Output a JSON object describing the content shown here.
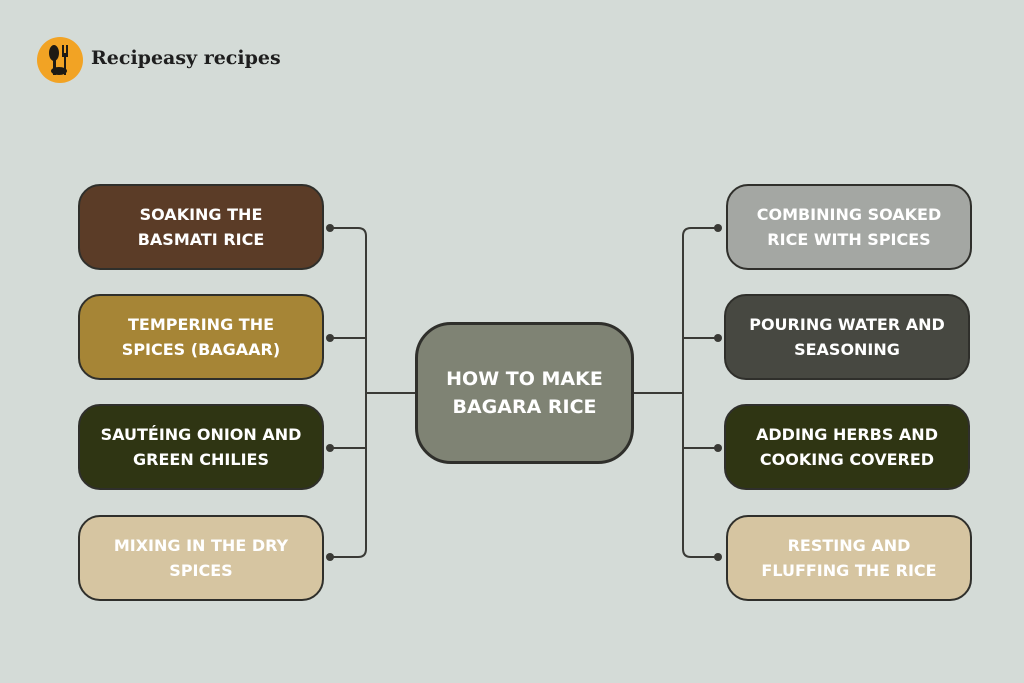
{
  "brand": {
    "name": "Recipeasy recipes"
  },
  "center": {
    "title": "HOW TO MAKE BAGARA RICE"
  },
  "left_steps": [
    {
      "label": "SOAKING THE BASMATI RICE",
      "color": "#5b3c27"
    },
    {
      "label": "TEMPERING THE SPICES (BAGAAR)",
      "color": "#a68536"
    },
    {
      "label": "SAUTÉING ONION AND GREEN CHILIES",
      "color": "#2f3513"
    },
    {
      "label": "MIXING IN THE DRY SPICES",
      "color": "#d6c5a1"
    }
  ],
  "right_steps": [
    {
      "label": "COMBINING SOAKED RICE WITH SPICES",
      "color": "#a4a7a3"
    },
    {
      "label": "POURING WATER AND SEASONING",
      "color": "#474841"
    },
    {
      "label": "ADDING HERBS AND COOKING COVERED",
      "color": "#2f3513"
    },
    {
      "label": "RESTING AND FLUFFING THE RICE",
      "color": "#d6c5a1"
    }
  ]
}
